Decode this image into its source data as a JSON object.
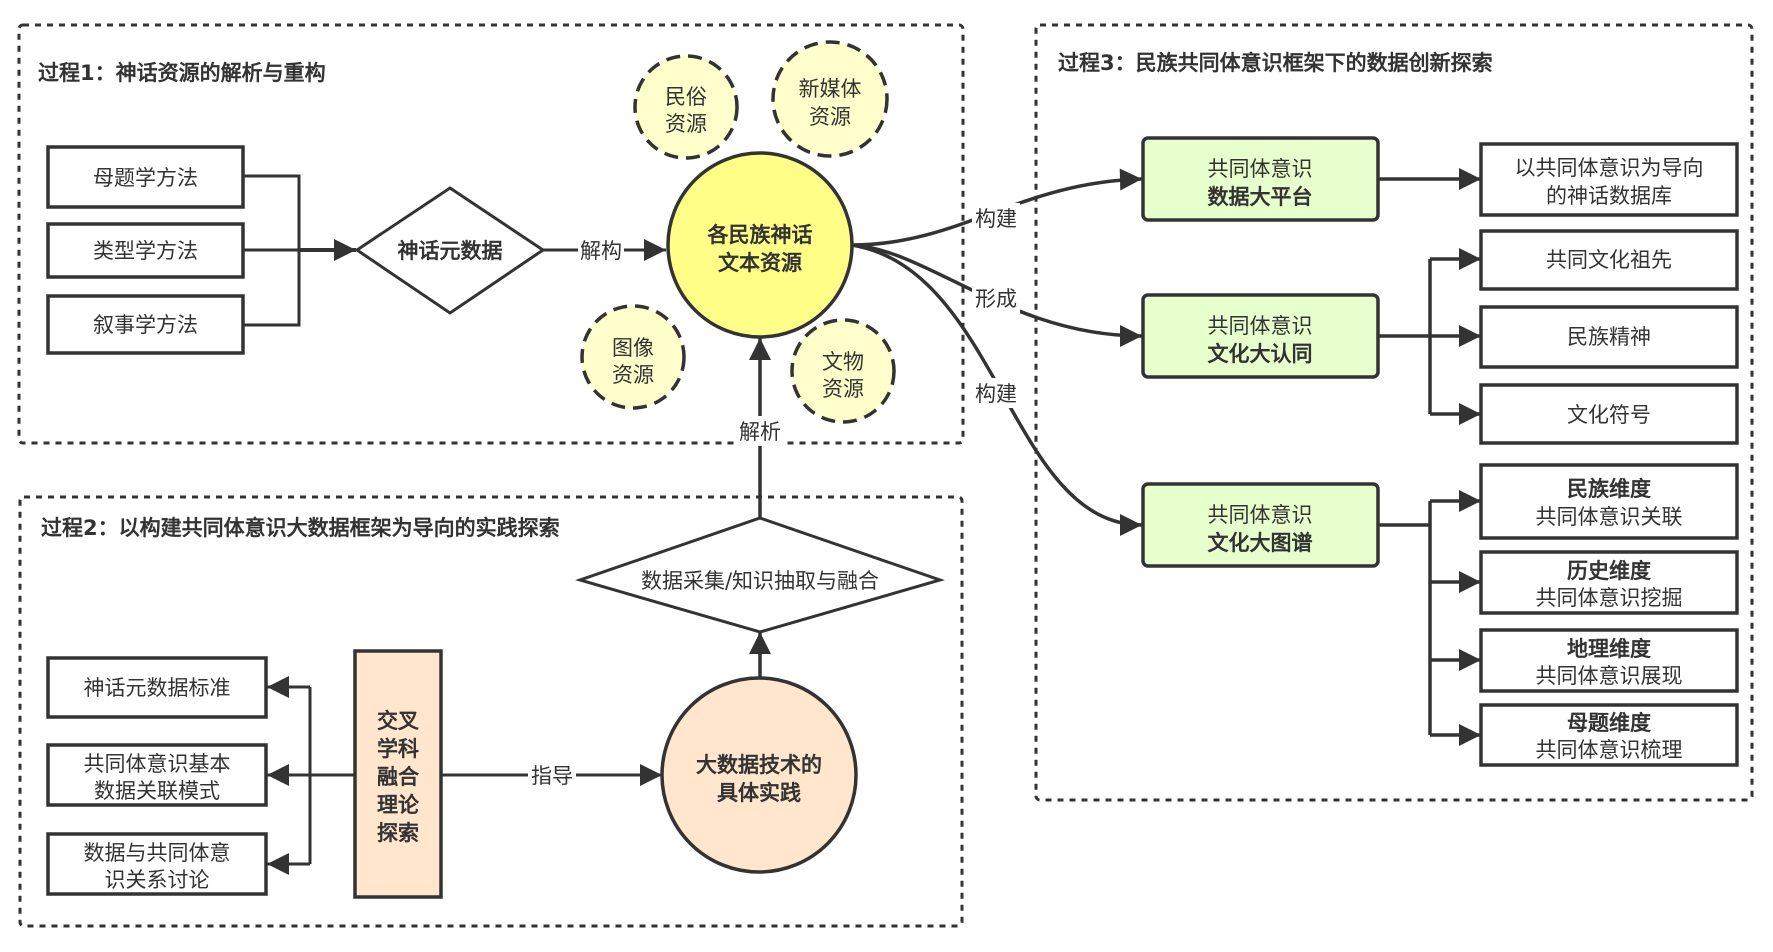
{
  "colors": {
    "stroke": "#333333",
    "main_circle_fill": "#ffff88",
    "resource_circle_fill": "#ffffcc",
    "green_box_fill": "#e6ffcc",
    "orange_fill": "#ffe6cc",
    "white": "#ffffff"
  },
  "process1": {
    "title": "过程1：神话资源的解析与重构",
    "methods": [
      "母题学方法",
      "类型学方法",
      "叙事学方法"
    ],
    "metadata_diamond": "神话元数据",
    "edge_deconstruct": "解构",
    "main_resource": [
      "各民族神话",
      "文本资源"
    ],
    "resources": {
      "folk": [
        "民俗",
        "资源"
      ],
      "new_media": [
        "新媒体",
        "资源"
      ],
      "image": [
        "图像",
        "资源"
      ],
      "artifact": [
        "文物",
        "资源"
      ]
    },
    "edge_analyze": "解析"
  },
  "process2": {
    "title": "过程2：以构建共同体意识大数据框架为导向的实践探索",
    "outputs": [
      [
        "神话元数据标准"
      ],
      [
        "共同体意识基本",
        "数据关联模式"
      ],
      [
        "数据与共同体意",
        "识关系讨论"
      ]
    ],
    "theory_box": [
      "交叉",
      "学科",
      "融合",
      "理论",
      "探索"
    ],
    "edge_guide": "指导",
    "practice_circle": [
      "大数据技术的",
      "具体实践"
    ],
    "process_diamond": "数据采集/知识抽取与融合"
  },
  "process3": {
    "title": "过程3：民族共同体意识框架下的数据创新探索",
    "edge_labels": [
      "构建",
      "形成",
      "构建"
    ],
    "green_boxes": [
      {
        "line1": "共同体意识",
        "line2": "数据大平台"
      },
      {
        "line1": "共同体意识",
        "line2": "文化大认同"
      },
      {
        "line1": "共同体意识",
        "line2": "文化大图谱"
      }
    ],
    "database_box": [
      "以共同体意识为导向",
      "的神话数据库"
    ],
    "identity_items": [
      "共同文化祖先",
      "民族精神",
      "文化符号"
    ],
    "dimension_items": [
      {
        "title": "民族维度",
        "sub": "共同体意识关联"
      },
      {
        "title": "历史维度",
        "sub": "共同体意识挖掘"
      },
      {
        "title": "地理维度",
        "sub": "共同体意识展现"
      },
      {
        "title": "母题维度",
        "sub": "共同体意识梳理"
      }
    ]
  }
}
